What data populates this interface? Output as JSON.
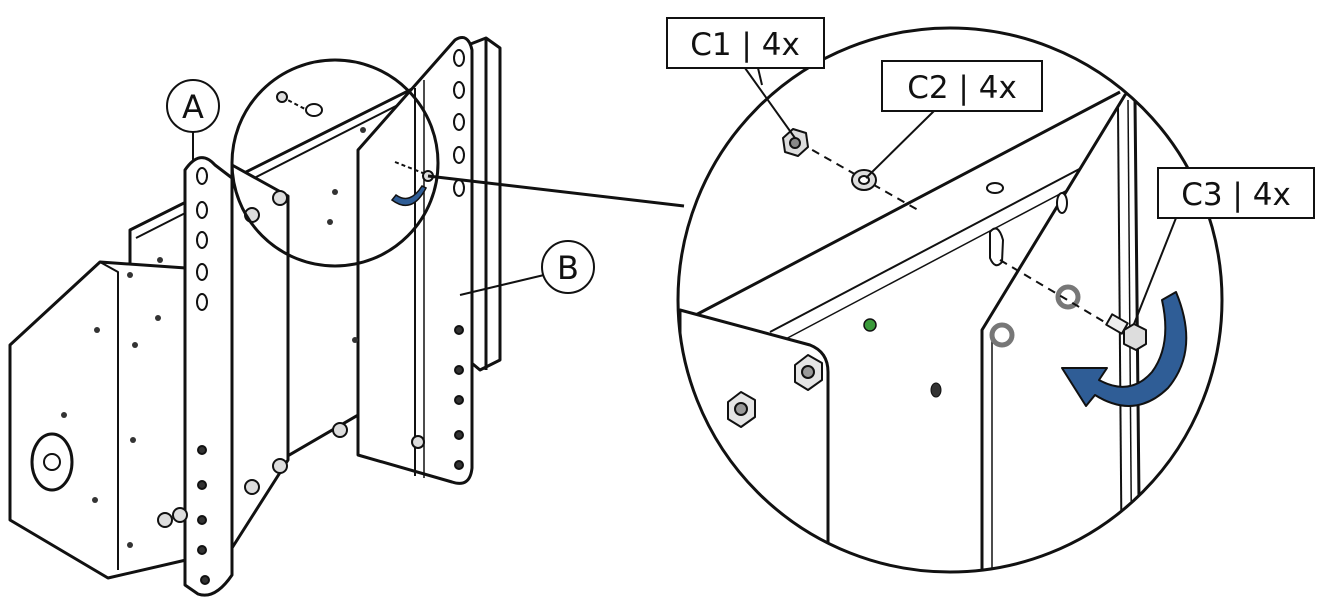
{
  "labels": {
    "a": "A",
    "b": "B",
    "c1": "C1 | 4x",
    "c2": "C2 | 4x",
    "c3": "C3 | 4x"
  },
  "colors": {
    "line": "#111111",
    "rotation_arrow": "#2f5d96",
    "green_hole": "#3a9a3a",
    "background": "#ffffff"
  },
  "icons": {
    "rotation": "curved-arrow-icon"
  }
}
